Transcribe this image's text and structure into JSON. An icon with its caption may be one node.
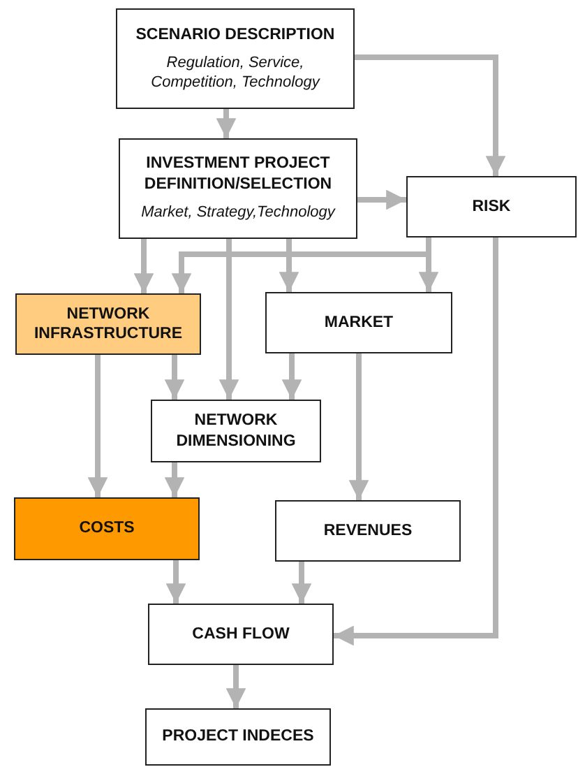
{
  "diagram": {
    "nodes": [
      {
        "text": [
          "SCENARIO DESCRIPTION",
          "Regulation, Service, Competition, Technology"
        ]
      },
      {
        "text": [
          "INVESTMENT PROJECT DEFINITION/SELECTION",
          "Market, Strategy,Technology"
        ]
      },
      {
        "text": [
          "RISK"
        ]
      },
      {
        "text": [
          "NETWORK INFRASTRUCTURE"
        ]
      },
      {
        "text": [
          "MARKET"
        ]
      },
      {
        "text": [
          "NETWORK DIMENSIONING"
        ]
      },
      {
        "text": [
          "COSTS"
        ]
      },
      {
        "text": [
          "REVENUES"
        ]
      },
      {
        "text": [
          "CASH FLOW"
        ]
      },
      {
        "text": [
          "PROJECT INDECES"
        ]
      }
    ],
    "edges": [
      {
        "from": 0,
        "to": 1,
        "arrow": "to"
      },
      {
        "from": 0,
        "to": 2,
        "arrow": "to"
      },
      {
        "from": 1,
        "to": 2,
        "arrow": "to"
      },
      {
        "from": 1,
        "to": 3,
        "arrow": "to"
      },
      {
        "from": 1,
        "to": 5,
        "arrow": "to"
      },
      {
        "from": 1,
        "to": 4,
        "arrow": "to"
      },
      {
        "from": 2,
        "to": 3,
        "arrow": "to"
      },
      {
        "from": 2,
        "to": 4,
        "arrow": "to"
      },
      {
        "from": 2,
        "to": 8,
        "arrow": "to"
      },
      {
        "from": 3,
        "to": 6,
        "arrow": "to"
      },
      {
        "from": 3,
        "to": 5,
        "arrow": "to"
      },
      {
        "from": 4,
        "to": 5,
        "arrow": "to"
      },
      {
        "from": 4,
        "to": 7,
        "arrow": "to"
      },
      {
        "from": 5,
        "to": 6,
        "arrow": "to"
      },
      {
        "from": 6,
        "to": 8,
        "arrow": "to"
      },
      {
        "from": 7,
        "to": 8,
        "arrow": "to"
      },
      {
        "from": 8,
        "to": 9,
        "arrow": "to"
      }
    ]
  }
}
